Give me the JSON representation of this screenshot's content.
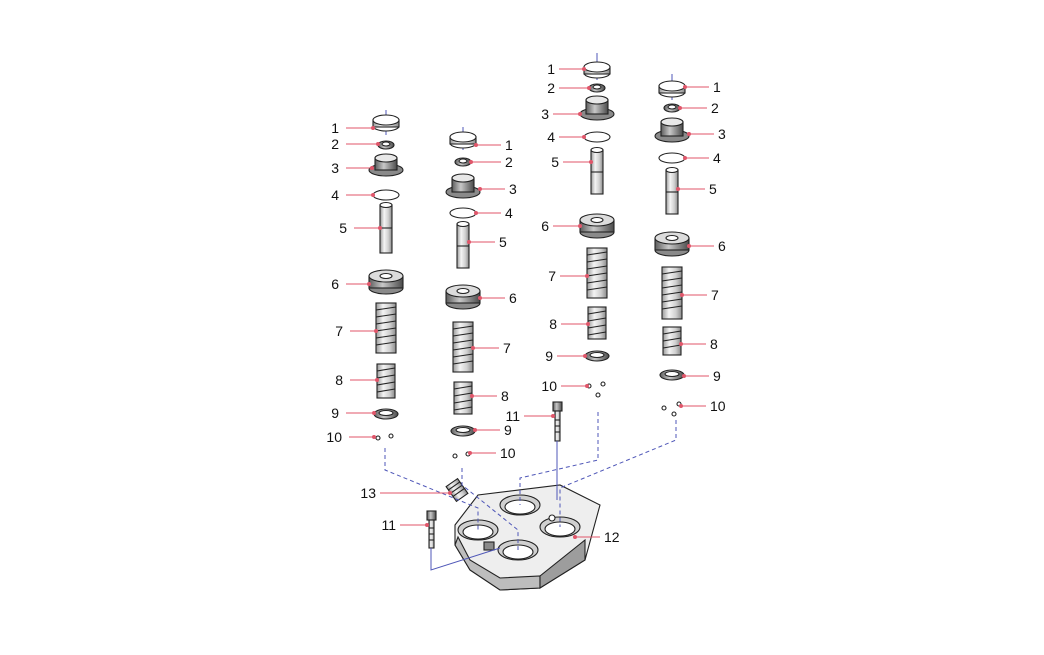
{
  "diagram": {
    "callouts": {
      "p1": "1",
      "p2": "2",
      "p3": "3",
      "p4": "4",
      "p5": "5",
      "p6": "6",
      "p7": "7",
      "p8": "8",
      "p9": "9",
      "p10": "10",
      "p11": "11",
      "p12": "12",
      "p13": "13"
    },
    "colors": {
      "leader": "#e0566a",
      "axis": "#4f57b8",
      "part_fill": "#e6e6e6",
      "part_stroke": "#222222"
    }
  }
}
